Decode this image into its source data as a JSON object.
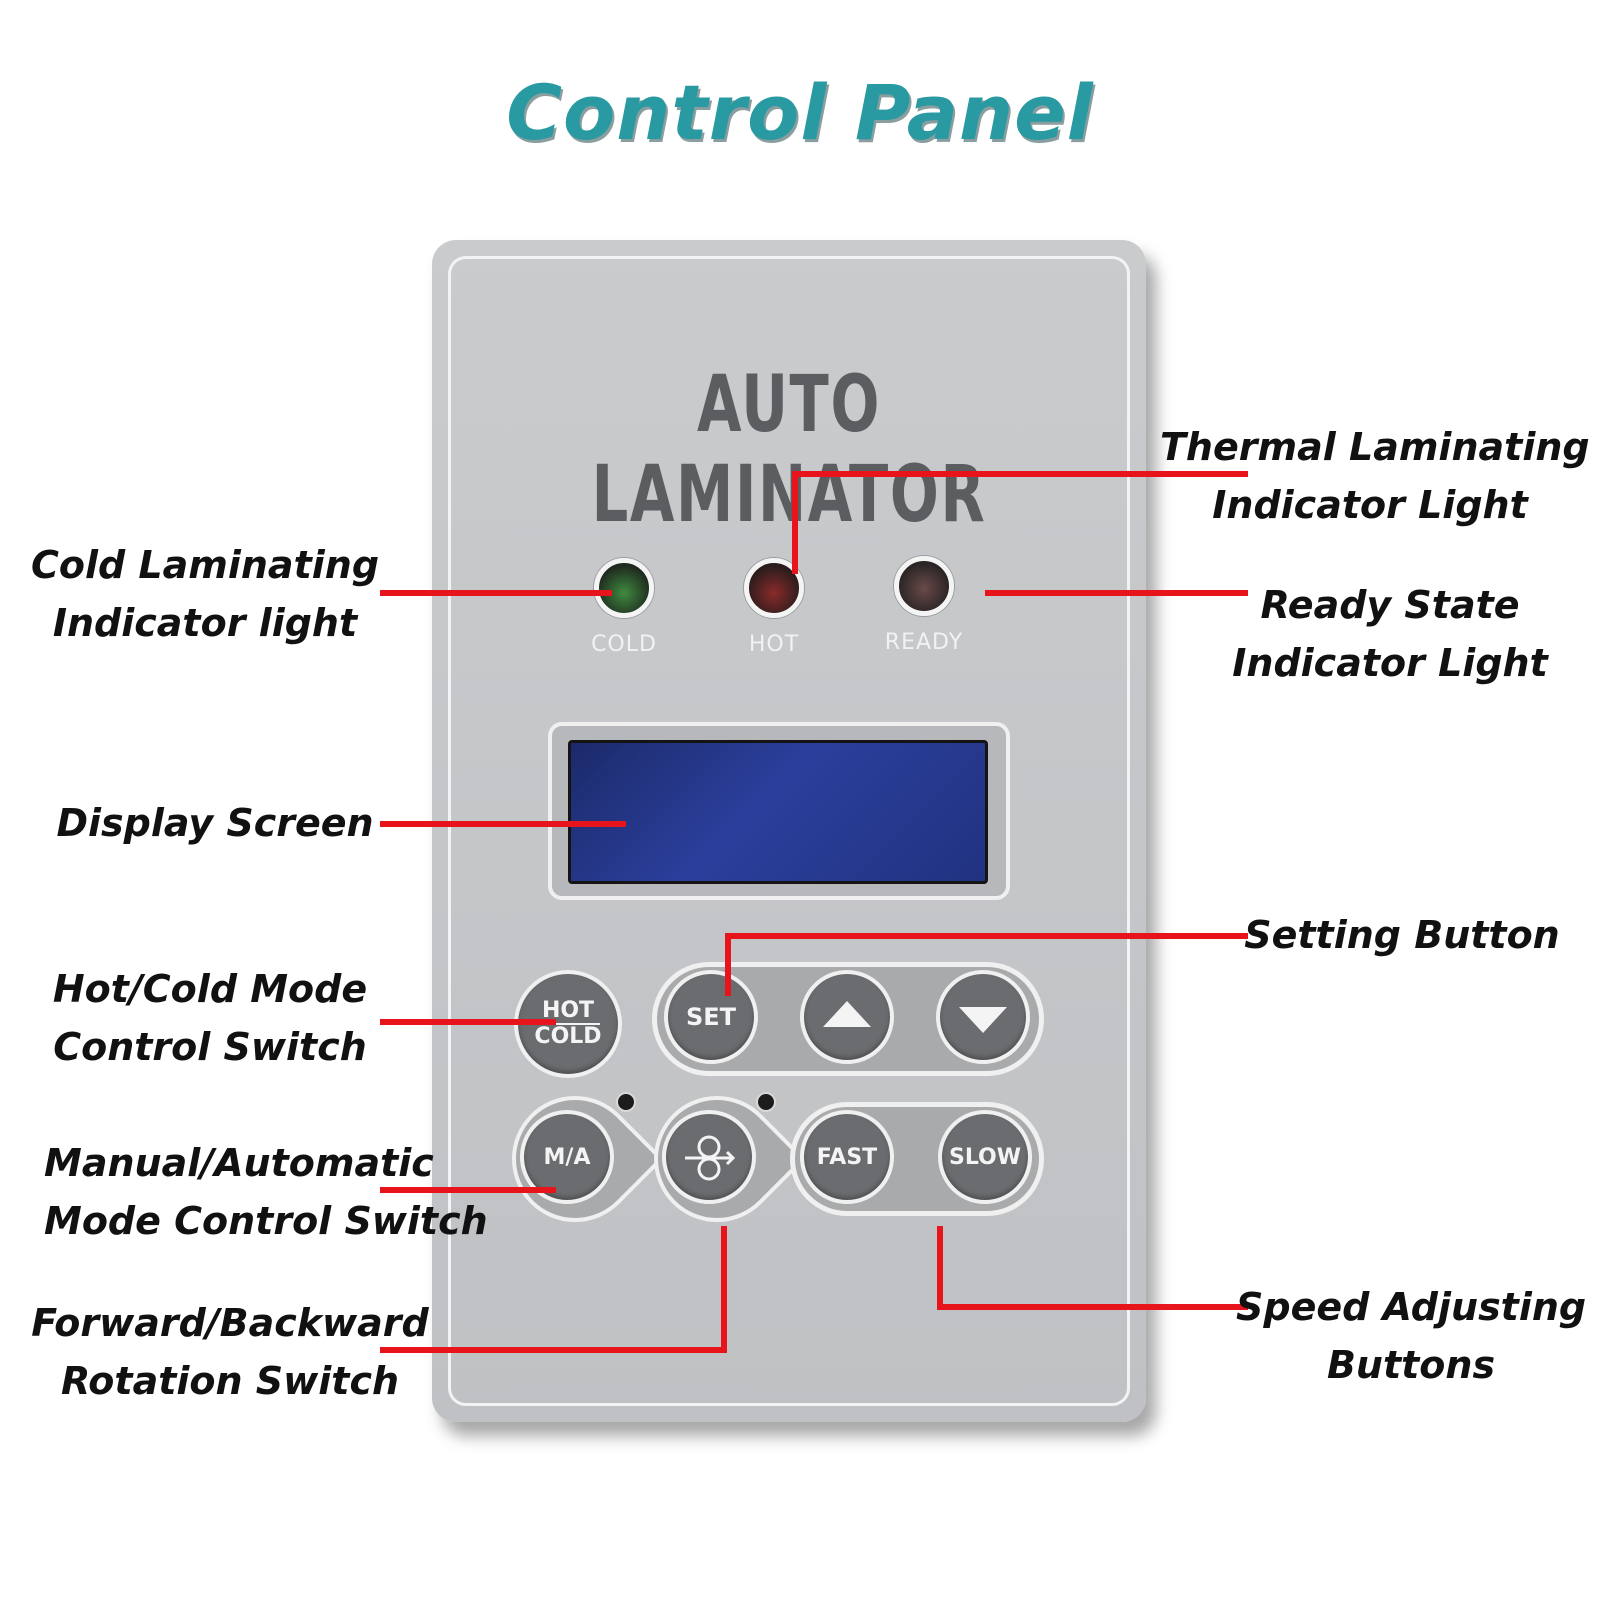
{
  "title": "Control Panel",
  "panel": {
    "brand": "AUTO LAMINATOR",
    "leds": {
      "cold": "COLD",
      "hot": "HOT",
      "ready": "READY"
    },
    "buttons": {
      "hot": "HOT",
      "cold": "COLD",
      "set": "SET",
      "ma": "M/A",
      "fast": "FAST",
      "slow": "SLOW"
    }
  },
  "callouts": {
    "thermal": [
      "Thermal Laminating",
      "Indicator Light"
    ],
    "cold": [
      "Cold Laminating",
      "Indicator light"
    ],
    "ready": [
      "Ready State",
      "Indicator Light"
    ],
    "display": [
      "Display Screen"
    ],
    "setting": [
      "Setting Button"
    ],
    "hotcold": [
      "Hot/Cold Mode",
      "Control Switch"
    ],
    "manual": [
      "Manual/Automatic",
      "Mode Control Switch"
    ],
    "forward": [
      "Forward/Backward",
      "Rotation Switch"
    ],
    "speed": [
      "Speed Adjusting",
      "Buttons"
    ]
  },
  "colors": {
    "title": "#2a9aa2",
    "leader": "#e8141c",
    "panel": "#c4c6c9",
    "button": "#6a6c6f",
    "lcd": "#2b3f9c"
  }
}
